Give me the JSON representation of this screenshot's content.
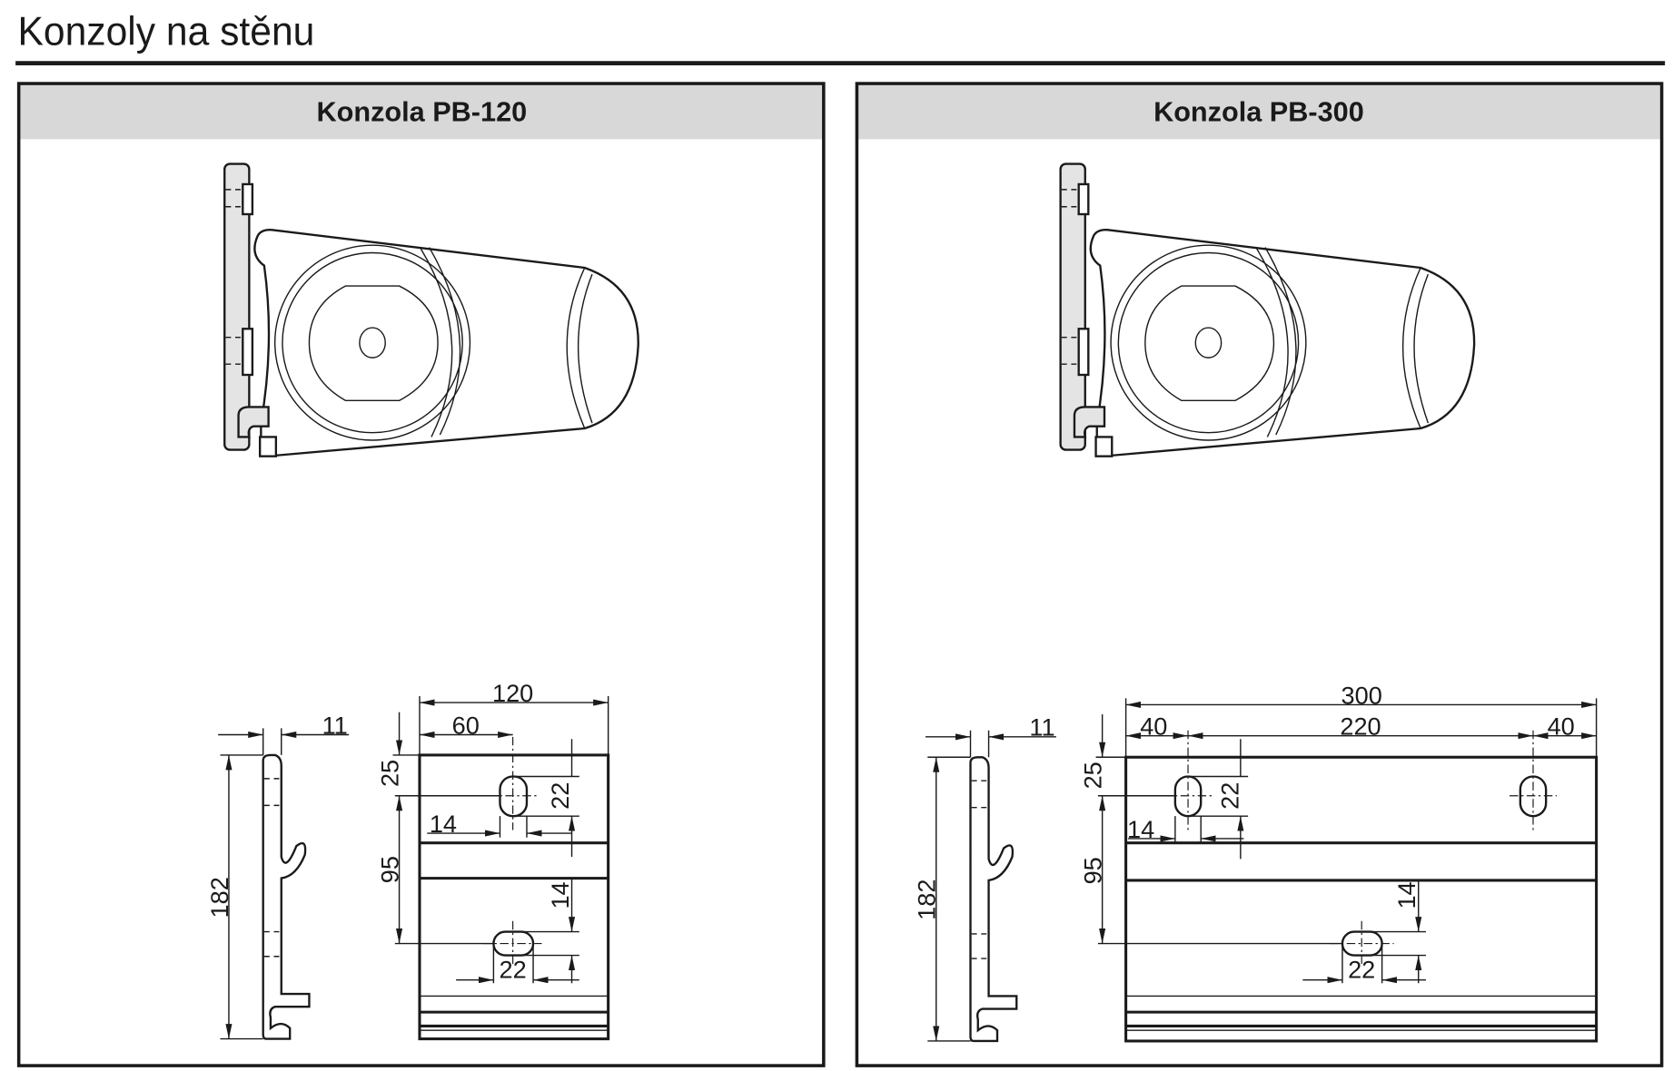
{
  "page": {
    "title": "Konzoly na stěnu"
  },
  "panels": [
    {
      "title": "Konzola PB-120",
      "dims": {
        "width": "120",
        "hole_offset": "60",
        "thickness": "11",
        "height": "182",
        "top_offset": "25",
        "hole_spacing": "95",
        "slot_length": "22",
        "slot_edge": "14",
        "lower_edge": "14",
        "lower_slot": "22"
      }
    },
    {
      "title": "Konzola PB-300",
      "dims": {
        "width": "300",
        "edge_left": "40",
        "hole_spacing_h": "220",
        "edge_right": "40",
        "thickness": "11",
        "height": "182",
        "top_offset": "25",
        "hole_spacing": "95",
        "slot_length": "22",
        "slot_edge": "14",
        "lower_edge": "14",
        "lower_slot": "22"
      }
    }
  ]
}
